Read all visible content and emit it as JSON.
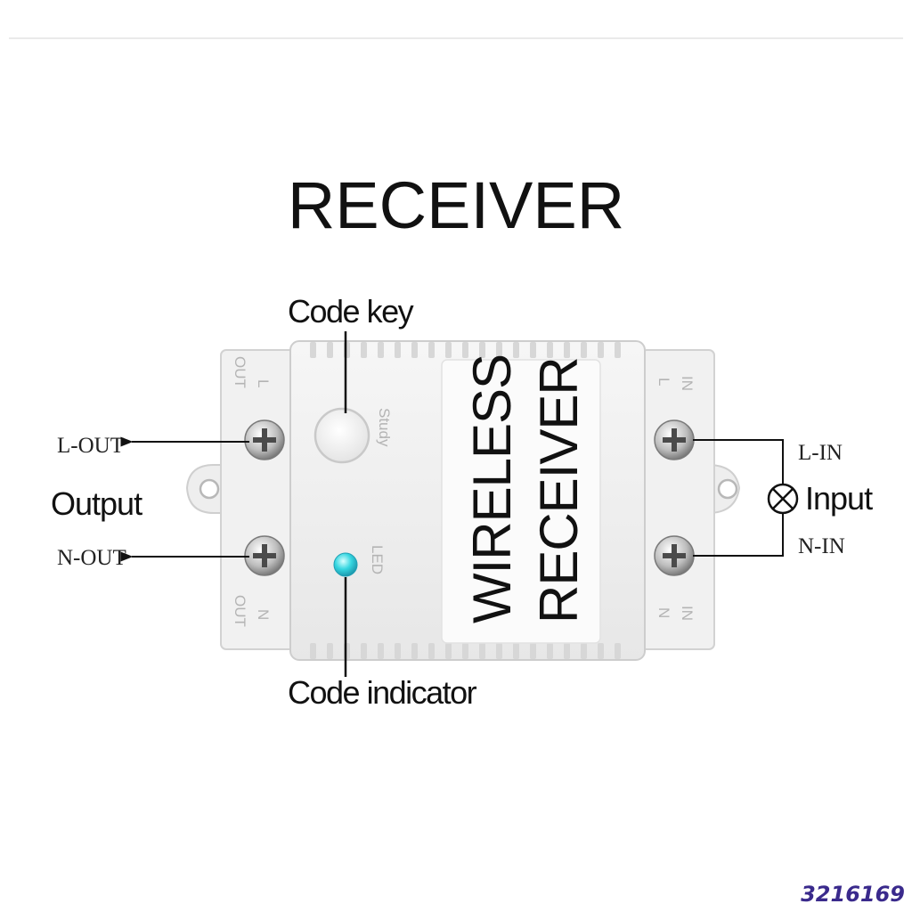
{
  "title": "RECEIVER",
  "callouts": {
    "code_key": "Code key",
    "code_indicator": "Code indicator",
    "output": "Output",
    "input": "Input"
  },
  "terminals": {
    "l_out": "L-OUT",
    "n_out": "N-OUT",
    "l_in": "L-IN",
    "n_in": "N-IN"
  },
  "device": {
    "label_line1": "WIRELESS",
    "label_line2": "RECEIVER",
    "study_button": "Study",
    "led": "LED",
    "emboss_l": "L",
    "emboss_n": "N",
    "emboss_out": "OUT",
    "emboss_in": "IN",
    "led_color": "#35d6e0"
  },
  "watermark": "3216169"
}
